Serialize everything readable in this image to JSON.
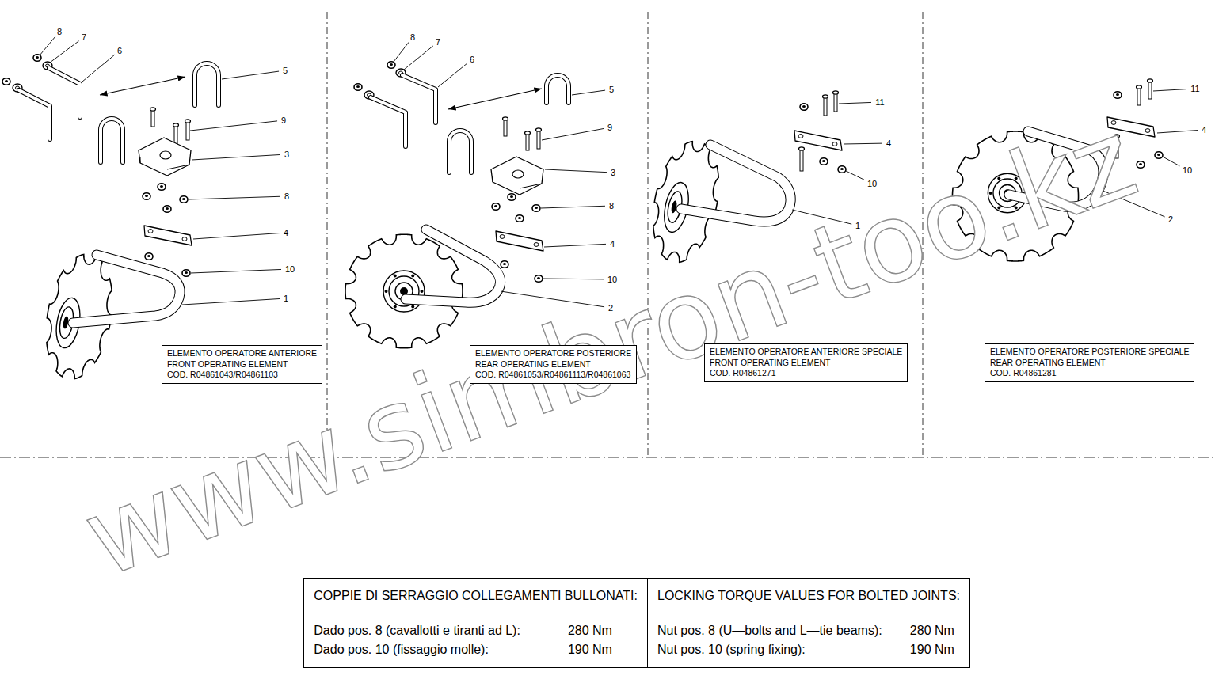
{
  "diagram": {
    "nodes": [
      {
        "text": [
          "ELEMENTO OPERATORE ANTERIORE",
          "FRONT OPERATING ELEMENT",
          "COD. R04861043/R04861103"
        ]
      },
      {
        "text": [
          "ELEMENTO OPERATORE POSTERIORE",
          "REAR OPERATING ELEMENT",
          "COD. R04861053/R04861113/R04861063"
        ]
      },
      {
        "text": [
          "ELEMENTO OPERATORE ANTERIORE SPECIALE",
          "FRONT OPERATING ELEMENT",
          "COD. R04861271"
        ]
      },
      {
        "text": [
          "ELEMENTO OPERATORE POSTERIORE SPECIALE",
          "REAR OPERATING ELEMENT",
          "COD. R04861281"
        ]
      },
      {
        "text": [
          "COPPIE DI SERRAGGIO COLLEGAMENTI BULLONATI:",
          "Dado pos. 8 (cavallotti e tiranti ad L):",
          "280 Nm",
          "Dado pos. 10 (fissaggio molle):",
          "190 Nm"
        ]
      },
      {
        "text": [
          "LOCKING TORQUE VALUES FOR BOLTED JOINTS:",
          "Nut pos. 8 (U—bolts and L—tie beams):",
          "280 Nm",
          "Nut pos. 10 (spring fixing):",
          "190 Nm"
        ]
      }
    ],
    "labels": [
      "8",
      "7",
      "6",
      "5",
      "9",
      "3",
      "8",
      "4",
      "10",
      "1",
      "8",
      "7",
      "6",
      "5",
      "9",
      "3",
      "8",
      "4",
      "10",
      "2",
      "11",
      "4",
      "10",
      "1",
      "11",
      "4",
      "10",
      "2",
      "www.simbron-too.kz"
    ]
  }
}
